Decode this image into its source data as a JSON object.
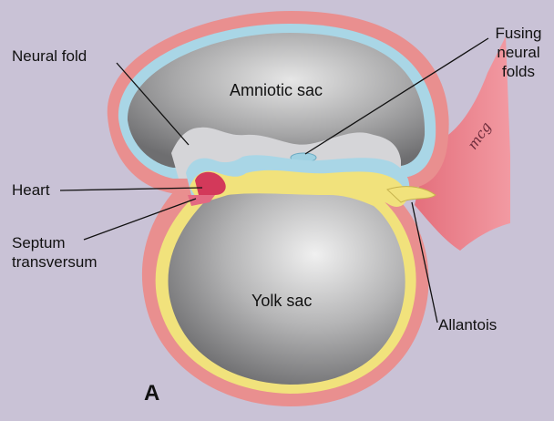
{
  "labels": {
    "neural_fold": "Neural fold",
    "amniotic_sac": "Amniotic sac",
    "fusing_neural_folds": [
      "Fusing",
      "neural",
      "folds"
    ],
    "heart": "Heart",
    "septum_transversum": [
      "Septum",
      "transversum"
    ],
    "yolk_sac": "Yolk sac",
    "allantois": "Allantois",
    "panel": "A",
    "signature": "mcg"
  },
  "colors": {
    "page_background": "#c9c2d6",
    "ectoderm_pink": "#e98f8f",
    "amnion_blue": "#a9d6e6",
    "endoderm_yellow": "#f1e27c",
    "cavity_gray": "#8a8a8c",
    "heart_red": "#d3395a",
    "leader_line": "#111111"
  }
}
